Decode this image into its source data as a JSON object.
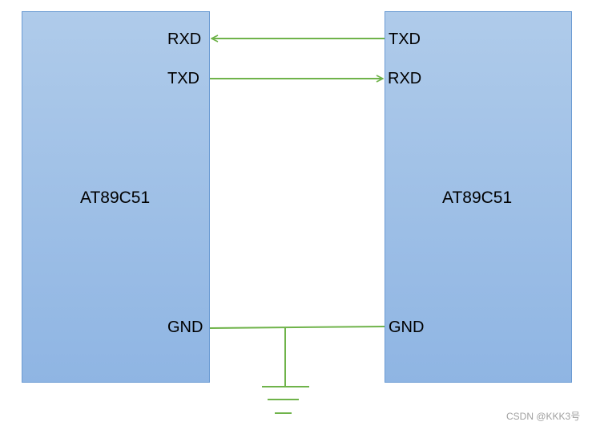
{
  "left_chip": {
    "name": "AT89C51",
    "pins": {
      "rxd": "RXD",
      "txd": "TXD",
      "gnd": "GND"
    }
  },
  "right_chip": {
    "name": "AT89C51",
    "pins": {
      "txd": "TXD",
      "rxd": "RXD",
      "gnd": "GND"
    }
  },
  "colors": {
    "chip_fill_top": "#afcbea",
    "chip_fill_bottom": "#8fb5e3",
    "chip_border": "#6b9bd3",
    "wire": "#6fb34a"
  },
  "watermark": "CSDN @KKK3号"
}
